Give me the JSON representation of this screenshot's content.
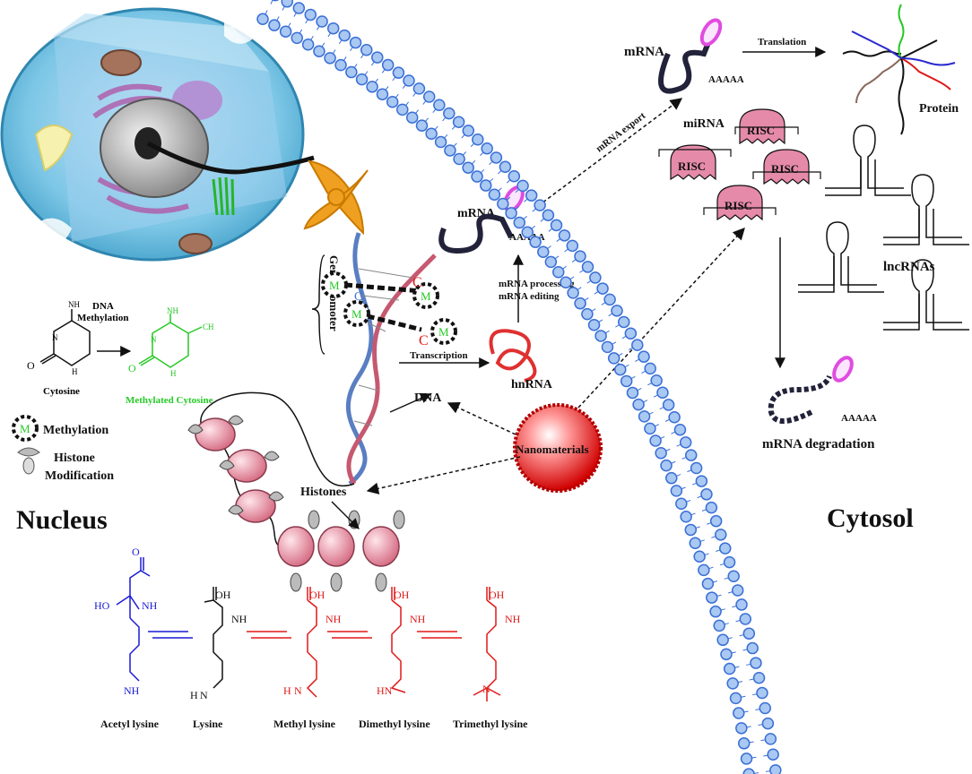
{
  "regions": {
    "nucleus": "Nucleus",
    "cytosol": "Cytosol"
  },
  "dna_methylation": {
    "title_line1": "DNA",
    "title_line2": "Methylation",
    "cytosine": "Cytosine",
    "methylated_cytosine": "Methylated Cytosine",
    "nh2": "NH",
    "n": "N",
    "h": "H",
    "o": "O",
    "ch3": "CH"
  },
  "legend": {
    "m_symbol": "M",
    "methylation": "Methylation",
    "histone_mod_line1": "Histone",
    "histone_mod_line2": "Modification"
  },
  "gene_promoter": {
    "label": "Gene promoter",
    "m_label": "M",
    "c_label": "C"
  },
  "nucleus_flow": {
    "transcription": "Transcription",
    "hnrna": "hnRNA",
    "mrna_processing": "mRNA processing",
    "mrna_editing": "mRNA editing",
    "mrna": "mRNA",
    "poly_a": "AAAAA",
    "dna": "DNA",
    "histones": "Histones",
    "nanomaterials": "Nanomaterials",
    "mrna_export": "mRNA export"
  },
  "cytosol_flow": {
    "mrna": "mRNA",
    "poly_a": "AAAAA",
    "translation": "Translation",
    "protein": "Protein",
    "mirna": "miRNA",
    "risc": "RISC",
    "lncrnas": "lncRNAs",
    "degraded_poly_a": "AAAAA",
    "mrna_degradation": "mRNA degradation"
  },
  "lysines": [
    {
      "name": "Acetyl lysine",
      "color": "#1a1ad6",
      "top": "HO",
      "amine": "NH"
    },
    {
      "name": "Lysine",
      "color": "#111111",
      "top": "OH",
      "amine": "NH"
    },
    {
      "name": "Methyl lysine",
      "color": "#e01818",
      "top": "OH",
      "amine": "NH"
    },
    {
      "name": "Dimethyl lysine",
      "color": "#e01818",
      "top": "OH",
      "amine": "NH"
    },
    {
      "name": "Trimethyl lysine",
      "color": "#e01818",
      "top": "OH",
      "amine": "NH"
    }
  ],
  "lysine_side": {
    "acetyl_nh2": "NH",
    "lysine_h3n": "H",
    "lysine_n": "N",
    "methyl_h2n": "H",
    "methyl_n": "N",
    "dimethyl_hn": "HN",
    "trimethyl_n": "N",
    "acetyl_o": "O",
    "acetyl_nh": "NH",
    "acetyl_ho": "HO"
  },
  "colors": {
    "membrane": "#3a6fd6",
    "membrane_fill": "#a9c8f2",
    "methyl_green": "#26c926",
    "acetyl_blue": "#1a1ad6",
    "methyl_red": "#e01818",
    "risc_fill": "#e58aa8",
    "mrna_cap": "#e04ce0",
    "nano_red": "#e01818"
  }
}
